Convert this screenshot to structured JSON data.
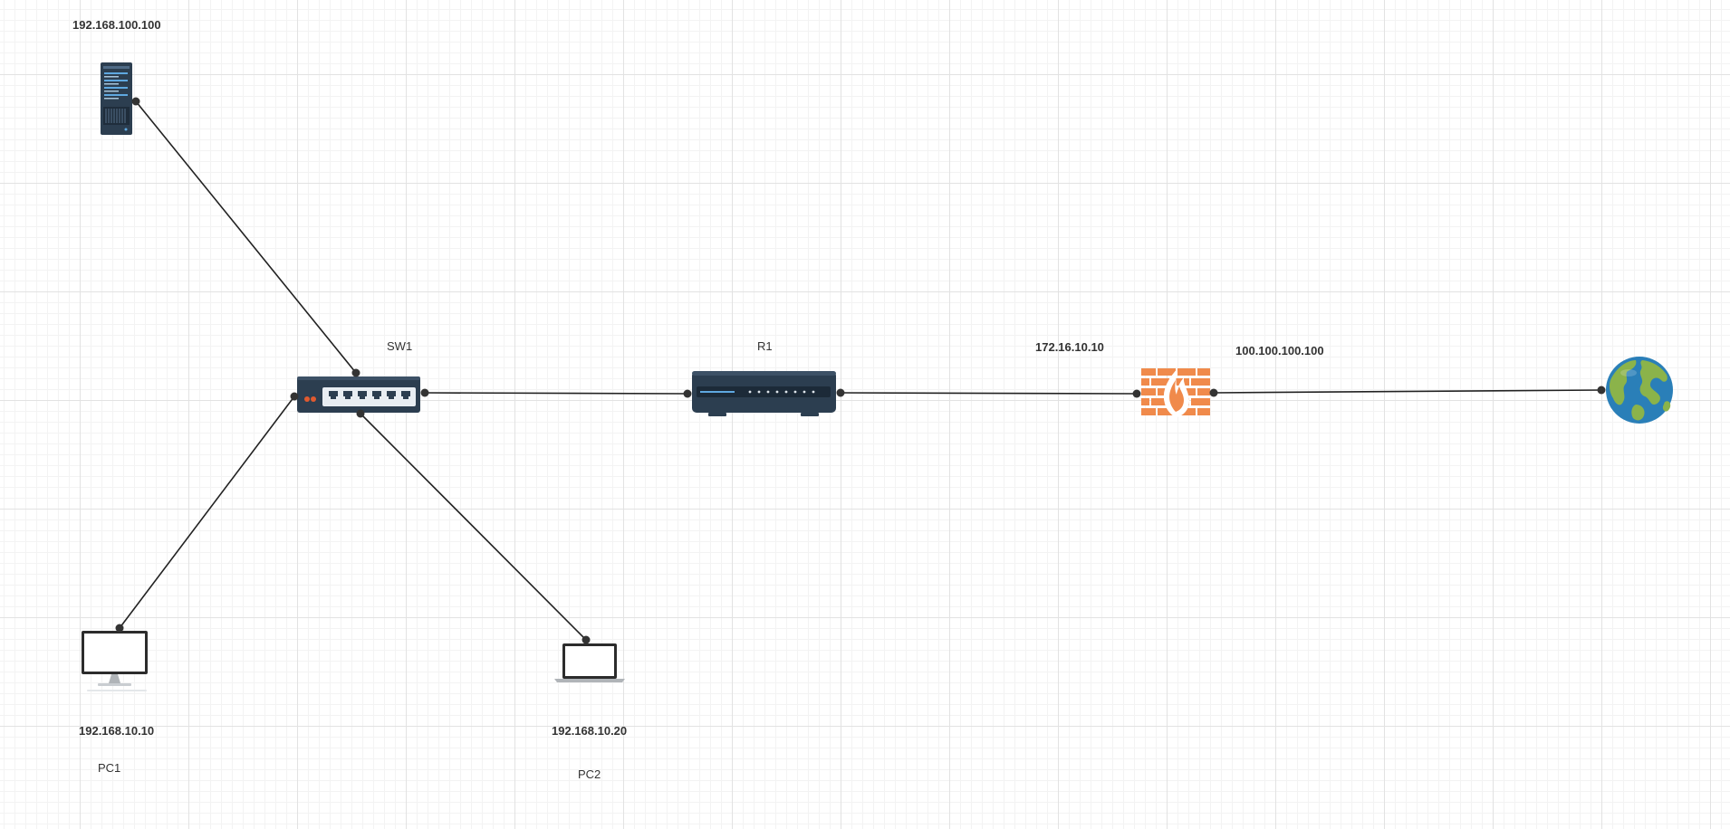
{
  "diagram": {
    "nodes": {
      "server": {
        "label": "192.168.100.100",
        "icon": "server-icon"
      },
      "switch": {
        "label": "SW1",
        "icon": "switch-icon"
      },
      "router": {
        "label": "R1",
        "icon": "router-icon"
      },
      "firewall": {
        "label_left": "172.16.10.10",
        "label_right": "100.100.100.100",
        "icon": "firewall-icon"
      },
      "internet": {
        "icon": "globe-icon"
      },
      "pc1": {
        "ip": "192.168.10.10",
        "name": "PC1",
        "icon": "monitor-icon"
      },
      "pc2": {
        "ip": "192.168.10.20",
        "name": "PC2",
        "icon": "laptop-icon"
      }
    },
    "links": [
      {
        "from": "server",
        "to": "switch"
      },
      {
        "from": "pc1",
        "to": "switch"
      },
      {
        "from": "pc2",
        "to": "switch"
      },
      {
        "from": "switch",
        "to": "router"
      },
      {
        "from": "router",
        "to": "firewall"
      },
      {
        "from": "firewall",
        "to": "internet"
      }
    ],
    "colors": {
      "line": "#222222",
      "device_navy": "#2c3e50",
      "firewall": "#f08a4b",
      "ocean": "#2a7fb8",
      "land": "#8bb34a"
    }
  }
}
